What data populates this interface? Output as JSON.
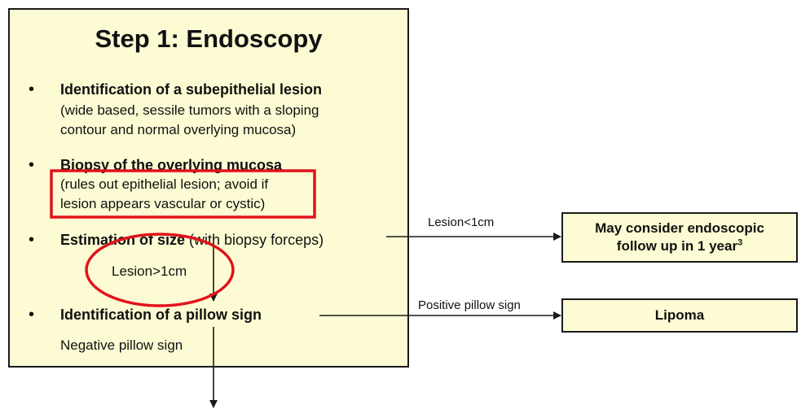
{
  "step_box": {
    "title": "Step 1: Endoscopy",
    "bullet_char": "•",
    "items": [
      {
        "heading": "Identification of a subepithelial lesion",
        "detail_lines": [
          "(wide based, sessile tumors with a sloping",
          "contour and normal overlying mucosa)"
        ]
      },
      {
        "heading": "Biopsy of the overlying mucosa",
        "detail_lines": [
          "(rules out epithelial lesion; avoid if",
          "lesion appears vascular or cystic)"
        ]
      },
      {
        "heading": "Estimation of size",
        "heading_suffix": " (with biopsy forceps)"
      },
      {
        "heading": "Identification of a pillow sign"
      }
    ],
    "size_branch_label": "Lesion>1cm",
    "negative_label": "Negative pillow sign"
  },
  "outcomes": {
    "small_lesion": {
      "edge_label": "Lesion<1cm",
      "line1": "May consider endoscopic",
      "line2": "follow up in 1 year",
      "superscript": "3"
    },
    "lipoma": {
      "edge_label": "Positive pillow sign",
      "text": "Lipoma"
    }
  },
  "colors": {
    "box_fill": "#fdfbd3",
    "highlight_red": "#e0121b",
    "line": "#1a1a1a"
  }
}
